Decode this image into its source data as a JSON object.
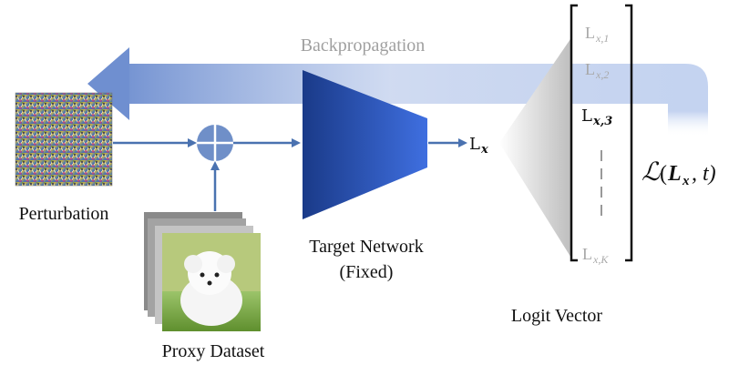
{
  "labels": {
    "backprop": "Backpropagation",
    "perturbation": "Perturbation",
    "proxy_dataset": "Proxy Dataset",
    "target_network_line1": "Target Network",
    "target_network_line2": "(Fixed)",
    "logit_vector": "Logit Vector",
    "lx": "L",
    "lx_sub": "x",
    "loss_script": "ℒ",
    "loss_open": "(",
    "loss_L": "L",
    "loss_sub": "x",
    "loss_rest": ", t)"
  },
  "logits": [
    {
      "main": "L",
      "sub": "x,1",
      "emph": false
    },
    {
      "main": "L",
      "sub": "x,2",
      "emph": false
    },
    {
      "main": "L",
      "sub": "x,3",
      "emph": true
    },
    {
      "main": "L",
      "sub": "x,K",
      "emph": false
    }
  ],
  "colors": {
    "arrow_blue": "#4a72b0",
    "network_dark": "#1b3d8c",
    "network_light": "#3d6ad8",
    "backprop_band": "#7f9ed6",
    "faded_text": "#a8a8a8",
    "plus_node": "#6f8fc8"
  }
}
